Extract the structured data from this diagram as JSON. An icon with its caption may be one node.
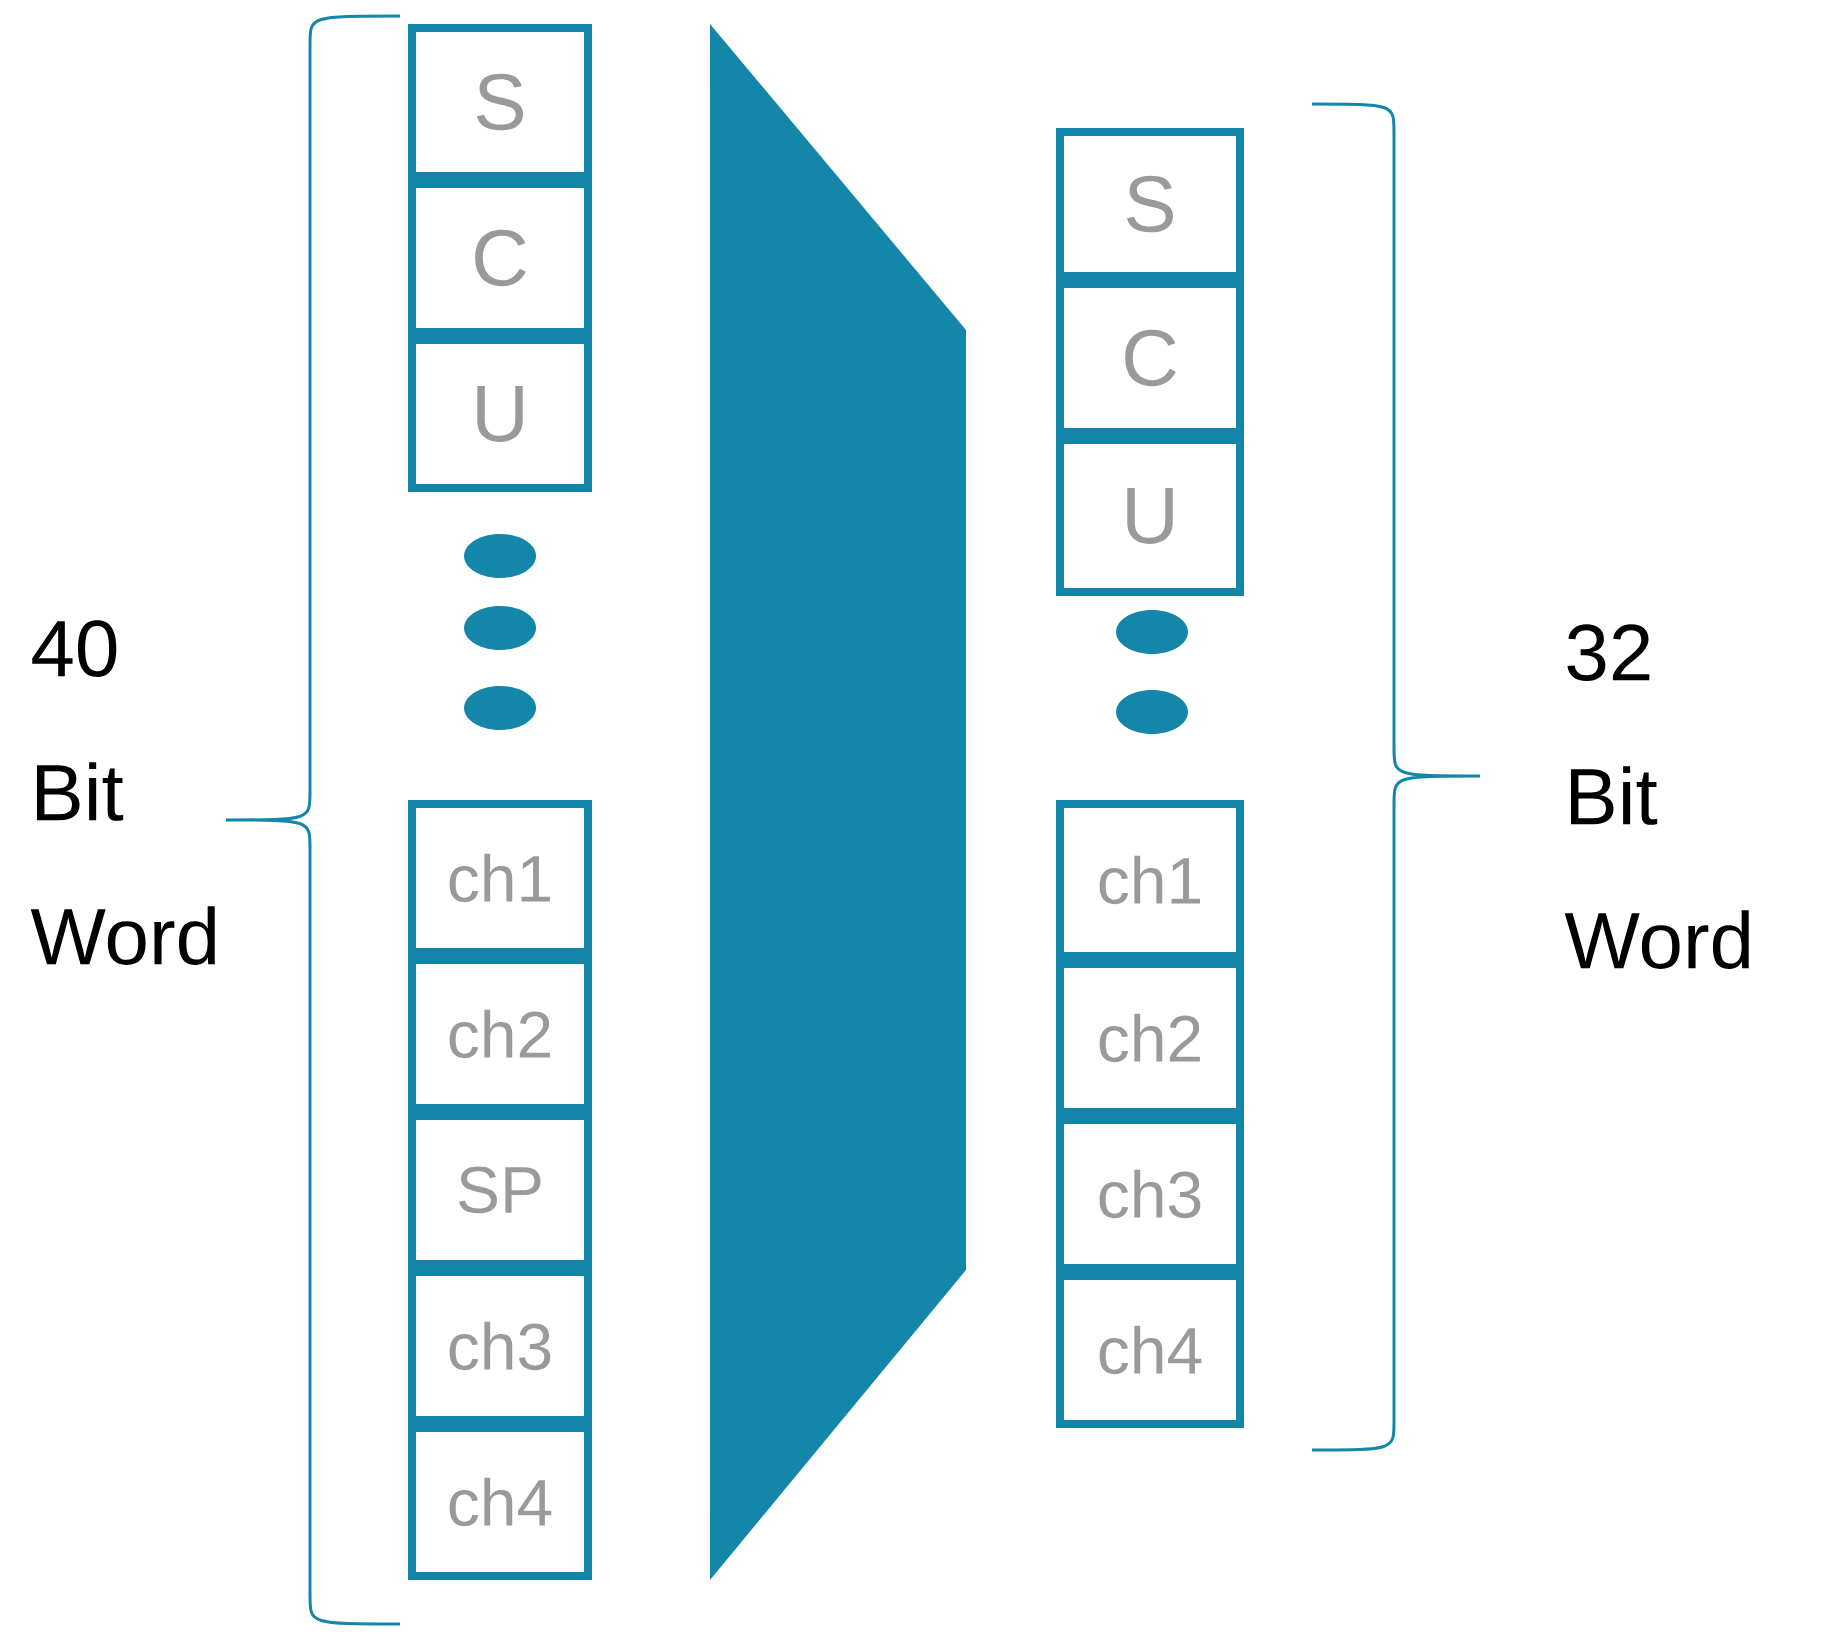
{
  "diagram": {
    "nodes": [
      {
        "text": [
          "S"
        ]
      },
      {
        "text": [
          "C"
        ]
      },
      {
        "text": [
          "U"
        ]
      },
      {
        "text": [
          "ch1"
        ]
      },
      {
        "text": [
          "ch2"
        ]
      },
      {
        "text": [
          "SP"
        ]
      },
      {
        "text": [
          "ch3"
        ]
      },
      {
        "text": [
          "ch4"
        ]
      },
      {
        "text": [
          "S"
        ]
      },
      {
        "text": [
          "C"
        ]
      },
      {
        "text": [
          "U"
        ]
      },
      {
        "text": [
          "ch1"
        ]
      },
      {
        "text": [
          "ch2"
        ]
      },
      {
        "text": [
          "ch3"
        ]
      },
      {
        "text": [
          "ch4"
        ]
      }
    ],
    "labels": [
      "40 Bit Word",
      "32 Bit Word"
    ]
  }
}
